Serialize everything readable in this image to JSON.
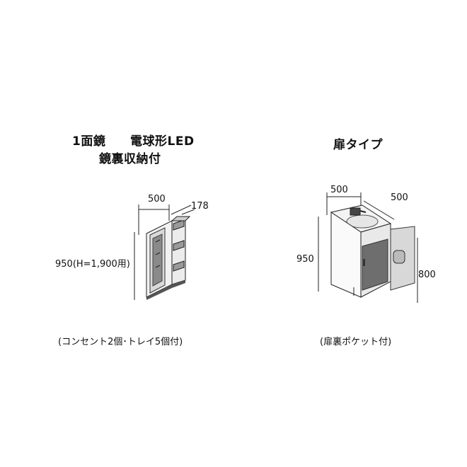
{
  "left": {
    "title_line1_a": "1面鏡",
    "title_line1_b": "電球形LED",
    "title_line2": "鏡裏収納付",
    "width": "500",
    "depth": "178",
    "height": "950(H=1,900用)",
    "caption": "(コンセント2個･トレイ5個付)"
  },
  "right": {
    "title": "扉タイプ",
    "width": "500",
    "depth": "500",
    "height": "950",
    "door_height": "800",
    "caption": "(扉裏ポケット付)"
  }
}
